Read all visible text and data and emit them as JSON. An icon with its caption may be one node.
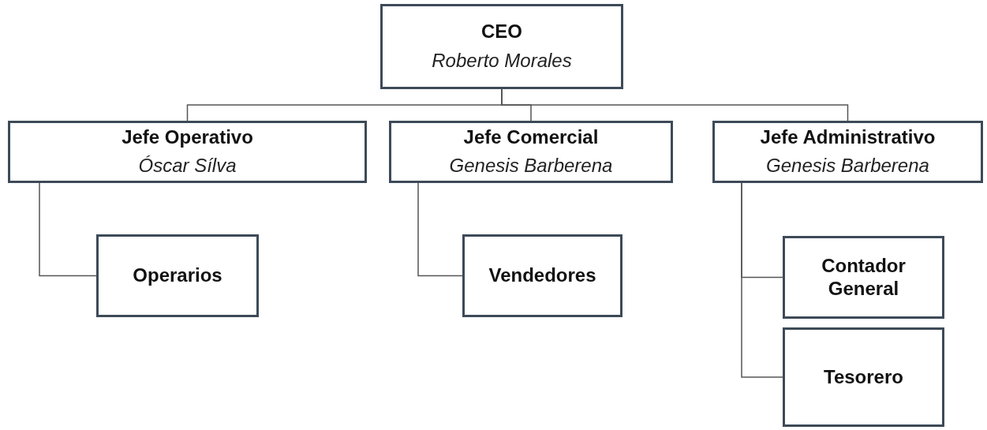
{
  "diagram": {
    "nodes": [
      {
        "text": [
          "CEO",
          "Roberto Morales"
        ]
      },
      {
        "text": [
          "Jefe Operativo",
          "Óscar Sílva"
        ]
      },
      {
        "text": [
          "Jefe Comercial",
          "Genesis Barberena"
        ]
      },
      {
        "text": [
          "Jefe Administrativo",
          "Genesis Barberena"
        ]
      },
      {
        "text": [
          "Operarios"
        ]
      },
      {
        "text": [
          "Vendedores"
        ]
      },
      {
        "text": [
          "Contador General"
        ]
      },
      {
        "text": [
          "Tesorero"
        ]
      }
    ],
    "edges": [
      {
        "from": 0,
        "to": 1,
        "arrow": "none"
      },
      {
        "from": 0,
        "to": 2,
        "arrow": "none"
      },
      {
        "from": 0,
        "to": 3,
        "arrow": "none"
      },
      {
        "from": 1,
        "to": 4,
        "arrow": "none"
      },
      {
        "from": 2,
        "to": 5,
        "arrow": "none"
      },
      {
        "from": 3,
        "to": 6,
        "arrow": "none"
      },
      {
        "from": 3,
        "to": 7,
        "arrow": "none"
      }
    ]
  }
}
